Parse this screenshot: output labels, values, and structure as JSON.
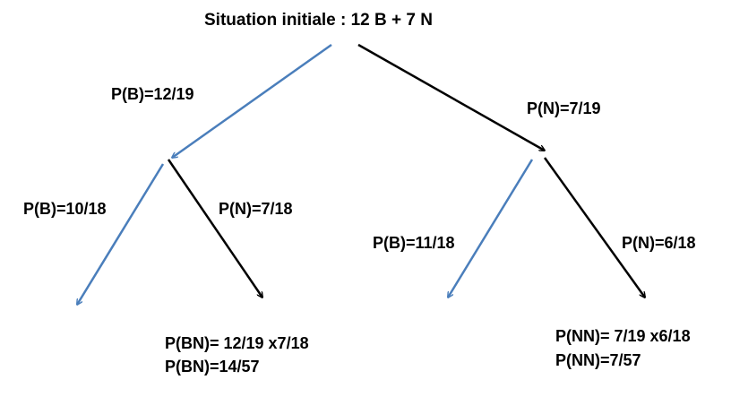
{
  "title": "Situation initiale : 12 B + 7 N",
  "branches": {
    "first_b": {
      "prob": "P(B)=12/19",
      "color": "#4a7ebb"
    },
    "first_n": {
      "prob": "P(N)=7/19",
      "color": "#000000"
    },
    "b_then_b": {
      "prob": "P(B)=10/18",
      "color": "#4a7ebb"
    },
    "b_then_n": {
      "prob": "P(N)=7/18",
      "color": "#000000"
    },
    "n_then_b": {
      "prob": "P(B)=11/18",
      "color": "#4a7ebb"
    },
    "n_then_n": {
      "prob": "P(N)=6/18",
      "color": "#000000"
    }
  },
  "results": {
    "bn": {
      "line1": "P(BN)= 12/19 x7/18",
      "line2": "P(BN)=14/57"
    },
    "nn": {
      "line1": "P(NN)= 7/19 x6/18",
      "line2": "P(NN)=7/57"
    }
  }
}
